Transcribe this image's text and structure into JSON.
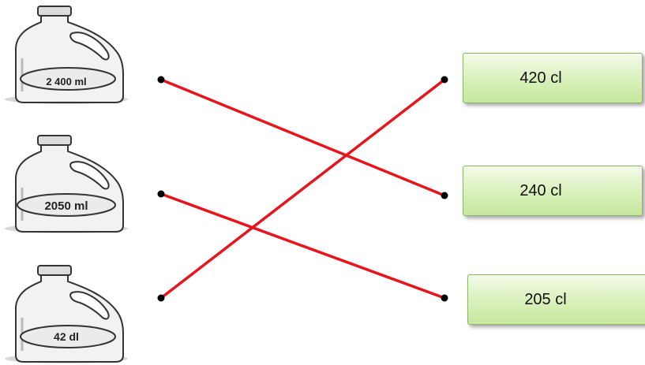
{
  "left_items": [
    {
      "label": "2 400 ml"
    },
    {
      "label": "2050 ml"
    },
    {
      "label": "42 dl"
    }
  ],
  "right_items": [
    {
      "label": "420 cl"
    },
    {
      "label": "240 cl"
    },
    {
      "label": "205 cl"
    }
  ],
  "connections": [
    {
      "from": 0,
      "to": 1
    },
    {
      "from": 1,
      "to": 2
    },
    {
      "from": 2,
      "to": 0
    }
  ],
  "colors": {
    "line": "#e8141b",
    "box_fill": "#d6efb6",
    "box_border": "#8db56a"
  }
}
